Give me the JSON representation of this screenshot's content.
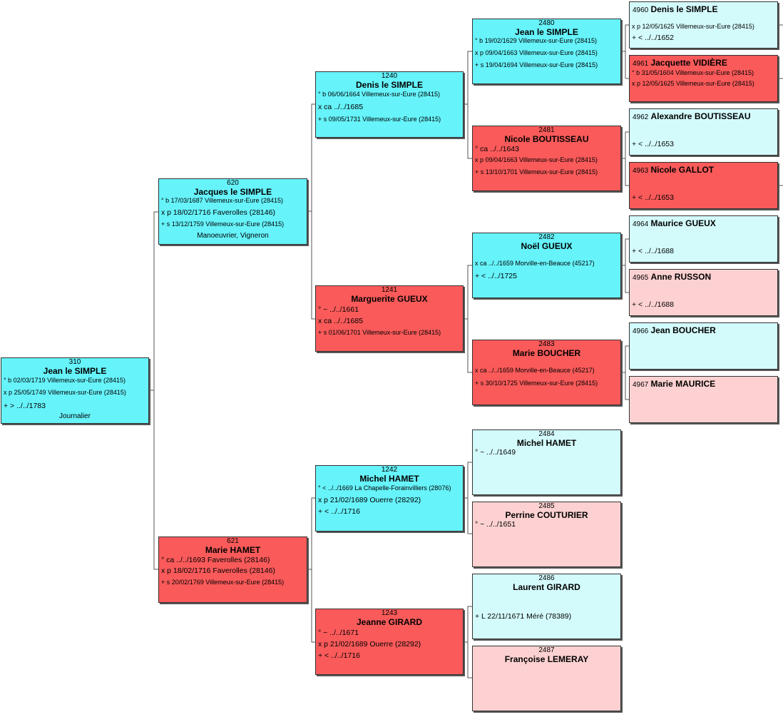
{
  "people": {
    "p310": {
      "num": "310",
      "name": "Jean le SIMPLE",
      "e1": "° b 02/03/1719 Villemeux-sur-Eure (28415)",
      "e2": "x p 25/05/1749 Villemeux-sur-Eure (28415)",
      "e3": "+ > ../../1783",
      "occ": "Journalier"
    },
    "p620": {
      "num": "620",
      "name": "Jacques le SIMPLE",
      "e1": "° b 17/03/1687 Villemeux-sur-Eure (28415)",
      "e2": "x p 18/02/1716 Faverolles (28146)",
      "e3": "+ s 13/12/1759 Villemeux-sur-Eure (28415)",
      "occ": "Manoeuvrier, Vigneron"
    },
    "p621": {
      "num": "621",
      "name": "Marie HAMET",
      "e1": "° ca ../../1693 Faverolles (28146)",
      "e2": "x p 18/02/1716 Faverolles (28146)",
      "e3": "+ s 20/02/1769 Villemeux-sur-Eure (28415)"
    },
    "p1240": {
      "num": "1240",
      "name": "Denis le SIMPLE",
      "e1": "° b 06/06/1664 Villemeux-sur-Eure (28415)",
      "e2": "x ca ../../1685",
      "e3": "+ s 09/05/1731 Villemeux-sur-Eure (28415)"
    },
    "p1241": {
      "num": "1241",
      "name": "Marguerite GUEUX",
      "e1": "° ~ ../../1661",
      "e2": "x ca ../../1685",
      "e3": "+ s 01/06/1701 Villemeux-sur-Eure (28415)"
    },
    "p1242": {
      "num": "1242",
      "name": "Michel HAMET",
      "e1": "° < ../../1669 La Chapelle-Forainvilliers (28076)",
      "e2": "x p 21/02/1689 Ouerre (28292)",
      "e3": "+ < ../../1716"
    },
    "p1243": {
      "num": "1243",
      "name": "Jeanne GIRARD",
      "e1": "° ~ ../../1671",
      "e2": "x p 21/02/1689 Ouerre (28292)",
      "e3": "+ < ../../1716"
    },
    "p2480": {
      "num": "2480",
      "name": "Jean le SIMPLE",
      "e1": "° b 19/02/1629 Villemeux-sur-Eure (28415)",
      "e2": "x p 09/04/1663 Villemeux-sur-Eure (28415)",
      "e3": "+ s 19/04/1694 Villemeux-sur-Eure (28415)"
    },
    "p2481": {
      "num": "2481",
      "name": "Nicole BOUTISSEAU",
      "e1": "° ca ../../1643",
      "e2": "x p 09/04/1663 Villemeux-sur-Eure (28415)",
      "e3": "+ s 13/10/1701 Villemeux-sur-Eure (28415)"
    },
    "p2482": {
      "num": "2482",
      "name": "Noël GUEUX",
      "e1": "x ca ../../1659 Morville-en-Beauce (45217)",
      "e2": "+ < ../../1725"
    },
    "p2483": {
      "num": "2483",
      "name": "Marie BOUCHER",
      "e1": "x ca ../../1659 Morville-en-Beauce (45217)",
      "e2": "+ s 30/10/1725 Villemeux-sur-Eure (28415)"
    },
    "p2484": {
      "num": "2484",
      "name": "Michel HAMET",
      "e1": "° ~ ../../1649"
    },
    "p2485": {
      "num": "2485",
      "name": "Perrine COUTURIER",
      "e1": "° ~ ../../1651"
    },
    "p2486": {
      "num": "2486",
      "name": "Laurent GIRARD",
      "e1": "+ L 22/11/1671 Méré (78389)"
    },
    "p2487": {
      "num": "2487",
      "name": "Françoise LEMERAY"
    },
    "p4960": {
      "num": "4960",
      "name": "Denis le SIMPLE",
      "e1": "x p 12/05/1625 Villemeux-sur-Eure (28415)",
      "e2": "+ < ../../1652"
    },
    "p4961": {
      "num": "4961",
      "name": "Jacquette VIDIÈRE",
      "e1": "° b 31/05/1604 Villemeux-sur-Eure (28415)",
      "e2": "x p 12/05/1625 Villemeux-sur-Eure (28415)"
    },
    "p4962": {
      "num": "4962",
      "name": "Alexandre BOUTISSEAU",
      "e1": "+ < ../../1653"
    },
    "p4963": {
      "num": "4963",
      "name": "Nicole GALLOT",
      "e1": "+ < ../../1653"
    },
    "p4964": {
      "num": "4964",
      "name": "Maurice GUEUX",
      "e1": "+ < ../../1688"
    },
    "p4965": {
      "num": "4965",
      "name": "Anne RUSSON",
      "e1": "+ < ../../1688"
    },
    "p4966": {
      "num": "4966",
      "name": "Jean BOUCHER"
    },
    "p4967": {
      "num": "4967",
      "name": "Marie MAURICE"
    }
  },
  "colors": {
    "male": "#66f3fa",
    "female": "#fa5a5a",
    "male_light": "#d4fbfc",
    "female_light": "#fdd1d1"
  }
}
